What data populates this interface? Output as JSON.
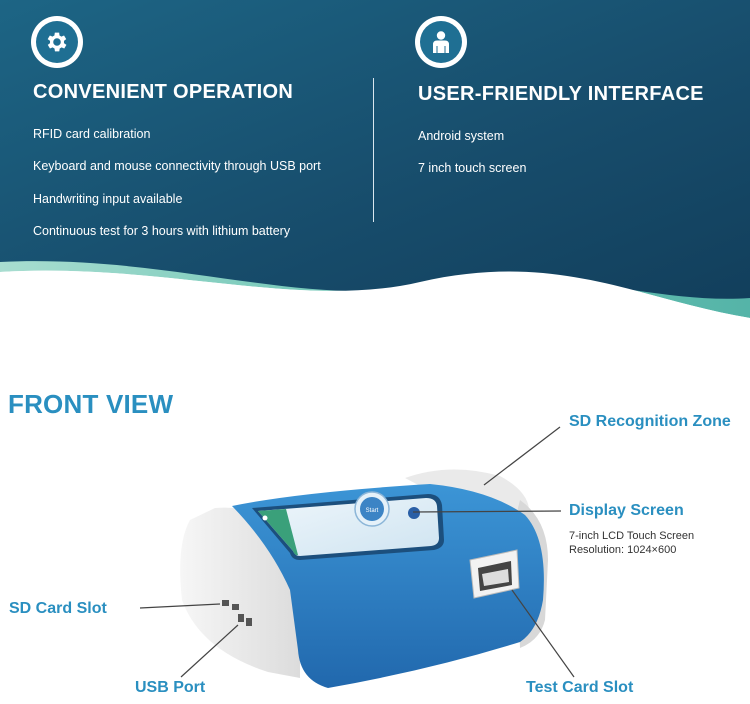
{
  "left_panel": {
    "icon": "gear-icon",
    "heading": "CONVENIENT OPERATION",
    "features": [
      "RFID card calibration",
      "Keyboard and mouse connectivity through USB port",
      "Handwriting input available",
      "Continuous test for 3 hours with lithium battery"
    ]
  },
  "right_panel": {
    "icon": "user-icon",
    "heading": "USER-FRIENDLY INTERFACE",
    "features": [
      "Android system",
      "7 inch touch screen"
    ]
  },
  "front_view": {
    "title": "FRONT VIEW",
    "device_screen_label": "Start",
    "callouts": {
      "sd_recognition": "SD Recognition Zone",
      "display_screen": "Display Screen",
      "display_spec_1": "7-inch LCD Touch Screen",
      "display_spec_2": "Resolution: 1024×600",
      "sd_card_slot": "SD Card Slot",
      "usb_port": "USB Port",
      "test_card_slot": "Test Card Slot"
    }
  },
  "colors": {
    "banner_dark": "#174c6b",
    "banner_teal": "#6dc5b5",
    "accent_blue": "#2a8fc0",
    "device_blue": "#2b7fc4"
  }
}
